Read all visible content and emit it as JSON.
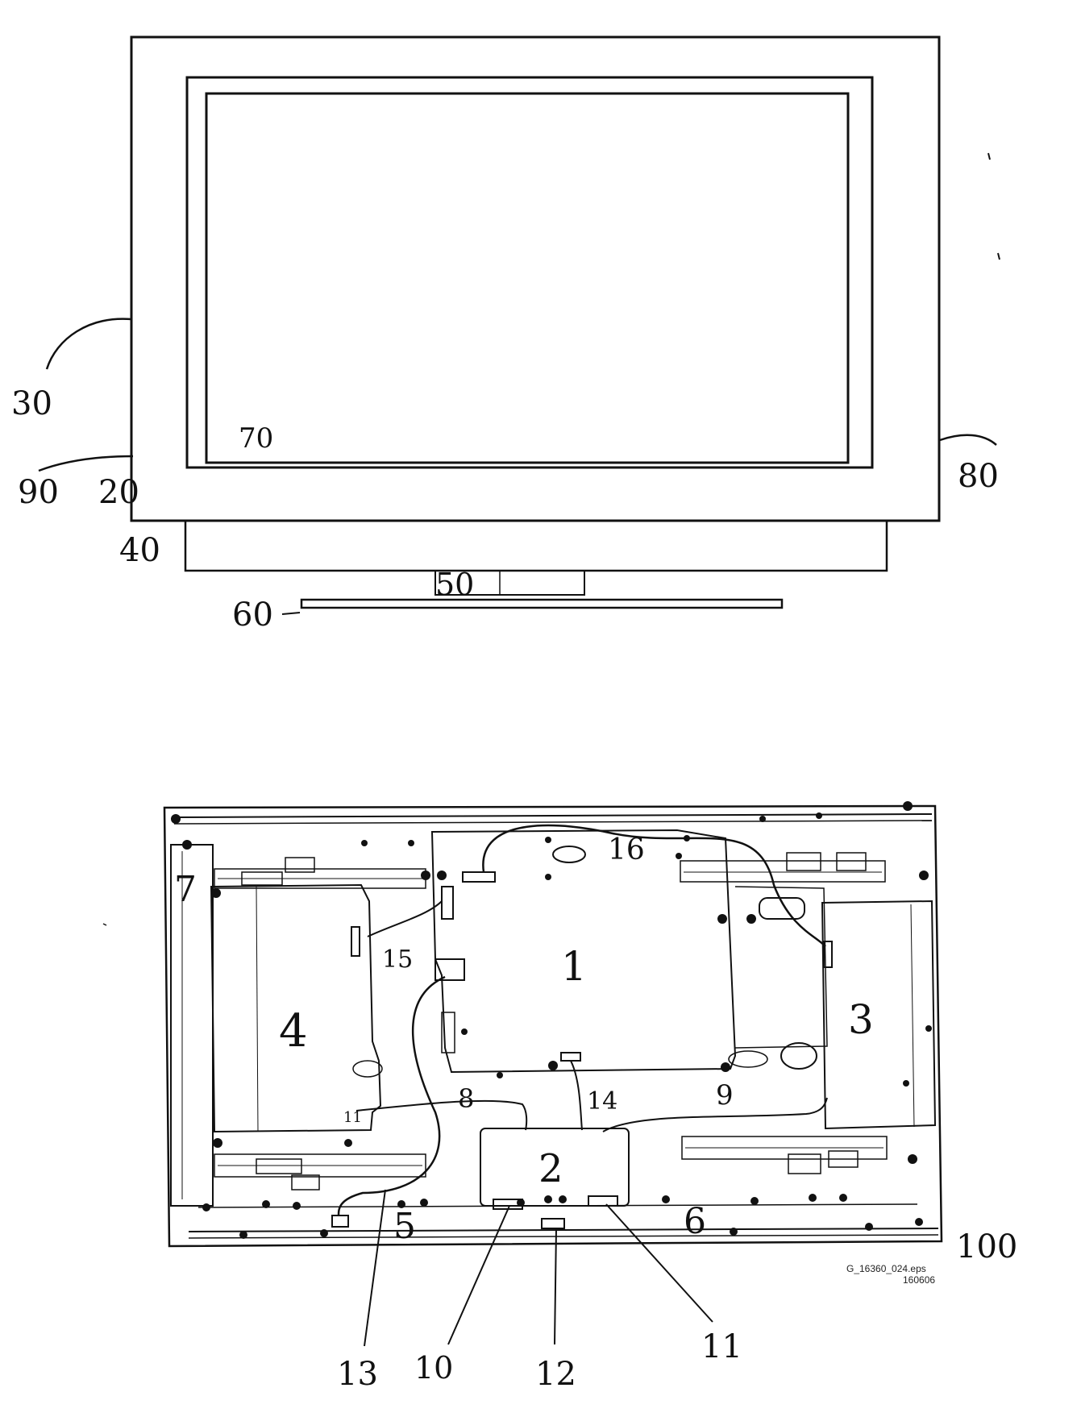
{
  "figure_top": {
    "labels": {
      "tv_outer": "30",
      "bezel_left": "90",
      "bezel_front": "20",
      "screen": "70",
      "bezel_right": "80",
      "housing": "40",
      "neck": "50",
      "base": "60"
    }
  },
  "figure_bottom": {
    "labels": {
      "main_board": "1",
      "center_board": "2",
      "right_board": "3",
      "left_board": "4",
      "bottom_left_strip": "5",
      "bottom_right_strip": "6",
      "left_side_strip": "7",
      "cable_8": "8",
      "cable_9": "9",
      "conn_10": "10",
      "conn_11": "11",
      "conn_12": "12",
      "cable_13": "13",
      "cable_14": "14",
      "cable_15": "15",
      "cable_16": "16",
      "chassis": "100"
    },
    "file_ref": "G_16360_024.eps",
    "file_date": "160606"
  }
}
